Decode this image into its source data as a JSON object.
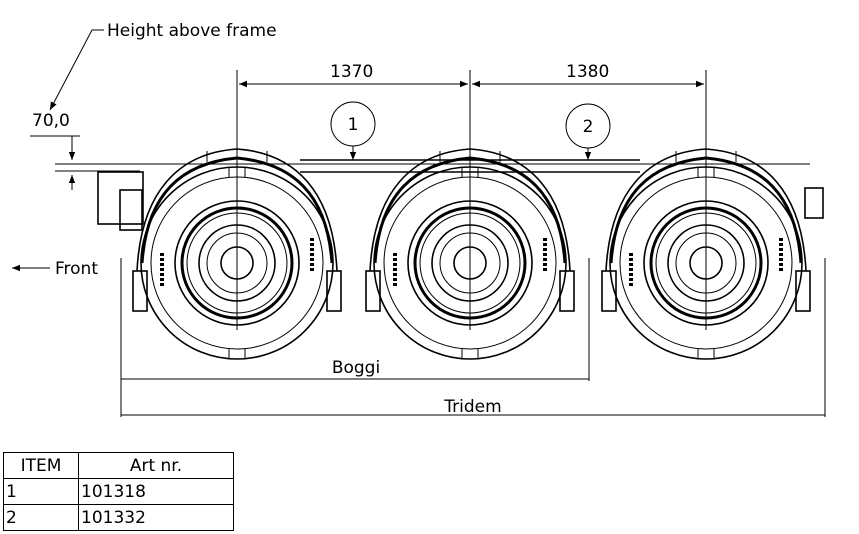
{
  "labels": {
    "height_above_frame": "Height above frame",
    "height_value": "70,0",
    "front": "Front",
    "dim_1": "1370",
    "dim_2": "1380",
    "boggi": "Boggi",
    "tridem": "Tridem",
    "callout_1": "1",
    "callout_2": "2"
  },
  "table": {
    "headers": [
      "ITEM",
      "Art nr."
    ],
    "rows": [
      {
        "item": "1",
        "art_nr": "101318"
      },
      {
        "item": "2",
        "art_nr": "101332"
      }
    ]
  }
}
